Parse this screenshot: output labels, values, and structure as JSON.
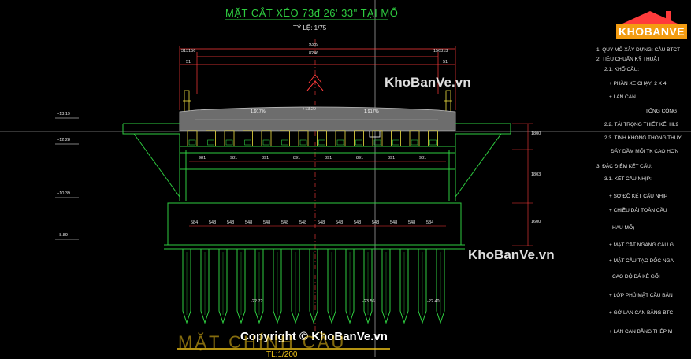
{
  "title": "MẶT CẮT XÉO 73đ 26' 33\" TẠI MỐ",
  "scale_label": "TỶ LỆ: 1/75",
  "bottom_title": "MẶT CHÍNH CẦU",
  "bottom_scale": "TL:1/200",
  "watermarks": [
    "KhoBanVe.vn",
    "KhoBanVe.vn"
  ],
  "copyright": "Copyright © KhoBanVe.vn",
  "logo_text": "KHOBANVE",
  "elevations_left": [
    "+13.19",
    "+12.28",
    "+10.39",
    "+8.89"
  ],
  "elevations_section": [
    "+13.29"
  ],
  "elevations_pile": [
    "-22.72",
    "-23.56",
    "-22.40"
  ],
  "slopes": [
    "1.917%",
    "1.917%"
  ],
  "top_dims": [
    "313156",
    "9389",
    "8246",
    "156313"
  ],
  "top_small": [
    "51",
    "51"
  ],
  "girder_dims": [
    "981",
    "981",
    "891",
    "891",
    "891",
    "891",
    "891",
    "981"
  ],
  "pile_dims": [
    "584",
    "548",
    "548",
    "548",
    "548",
    "548",
    "548",
    "548",
    "548",
    "548",
    "548",
    "548",
    "548",
    "584"
  ],
  "right_dims": [
    "1800",
    "1803",
    "1600"
  ],
  "notes": [
    "1. QUY MÔ XÂY DỰNG: CẦU BTCT",
    "2. TIÊU CHUẨN KỸ THUẬT",
    "2.1. KHỔ CẦU:",
    "+ PHẦN XE CHẠY: 2 X 4",
    "+ LAN CAN",
    "TỔNG CỘNG",
    "2.2. TẢI TRỌNG THIẾT KẾ: HL9",
    "2.3. TĨNH KHÔNG THÔNG THUY",
    "ĐÁY DẦM MỐI TK CAO HƠN",
    "3. ĐẶC ĐIỂM KẾT CẤU:",
    "3.1. KẾT CẤU NHỊP:",
    "+ SƠ ĐỒ KẾT CẤU NHỊP",
    "+ CHIỀU DÀI TOÀN CẦU",
    "HAU MỐ)",
    "+ MẶT CẮT NGANG CẦU G",
    "+ MẶT CẦU TẠO DỐC NGA",
    "CAO ĐỘ ĐÁ KÊ GỐI",
    "+ LỚP PHỦ MẶT CẦU BẰN",
    "+ GỜ LAN CAN BẰNG BTC",
    "+ LAN CAN BẰNG THÉP M"
  ]
}
